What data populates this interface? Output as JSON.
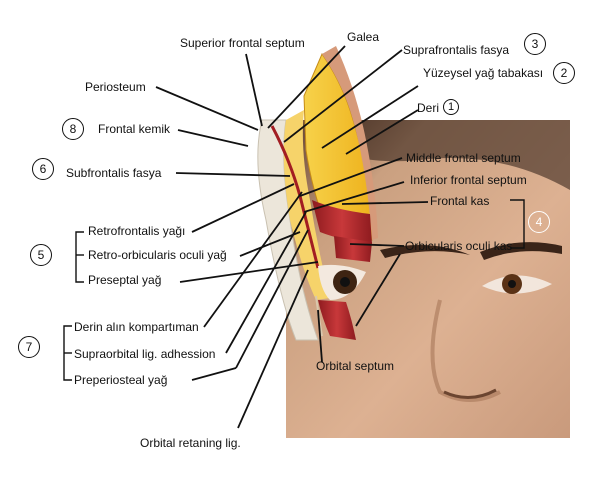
{
  "labels": {
    "superior_frontal_septum": "Superior frontal septum",
    "galea": "Galea",
    "suprafrontalis_fasya": "Suprafrontalis fasya",
    "yuzeysel_yag_tabakasi": "Yüzeysel yağ tabakası",
    "deri": "Deri",
    "periosteum": "Periosteum",
    "frontal_kemik": "Frontal kemik",
    "subfrontalis_fasya": "Subfrontalis fasya",
    "middle_frontal_septum": "Middle frontal septum",
    "inferior_frontal_septum": "Inferior frontal septum",
    "frontal_kas": "Frontal kas",
    "orbicularis_oculi_kas": "Orbicularis oculi kas",
    "retrofrontalis_yagi": "Retrofrontalis yağı",
    "retro_orbicularis_oculi_yag": "Retro-orbicularis oculi yağ",
    "preseptal_yag": "Preseptal yağ",
    "derin_alin_kompartimani": "Derin alın kompartıman",
    "supraorbital_lig_adhession": "Supraorbital lig. adhession",
    "preperiosteal_yag": "Preperiosteal yağ",
    "orbital_septum": "Orbital septum",
    "orbital_retaning_lig": "Orbital retaning lig."
  },
  "numbers": {
    "n1": "1",
    "n2": "2",
    "n3": "3",
    "n4": "4",
    "n5": "5",
    "n6": "6",
    "n7": "7",
    "n8": "8"
  },
  "colors": {
    "skin": "#d8ab8c",
    "fat": "#f5c02a",
    "muscle": "#b3272a",
    "bone": "#e8e2d6",
    "leader": "#111111"
  }
}
